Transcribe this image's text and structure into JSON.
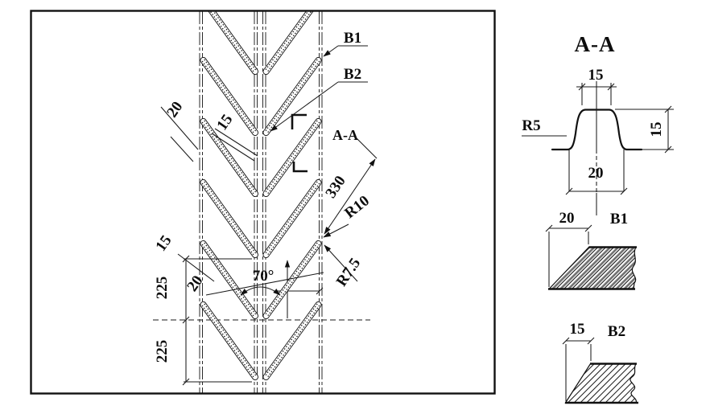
{
  "main_view": {
    "callouts": {
      "b1": "B1",
      "b2": "B2",
      "section": "A-A"
    },
    "dimensions": {
      "outer_width_top": "20",
      "inner_width_top": "15",
      "cleat_length": "330",
      "outer_end_radius": "R10",
      "inner_end_radius": "R7.5",
      "chevron_angle": "70°",
      "inner_width_bottom": "15",
      "outer_width_bottom": "20",
      "pitch_upper": "225",
      "pitch_lower": "225"
    }
  },
  "section_aa": {
    "title": "A-A",
    "dims": {
      "top_width": "15",
      "height": "15",
      "base_width": "20",
      "fillet": "R5"
    }
  },
  "detail_b1": {
    "label": "B1",
    "width": "20"
  },
  "detail_b2": {
    "label": "B2",
    "width": "15"
  }
}
